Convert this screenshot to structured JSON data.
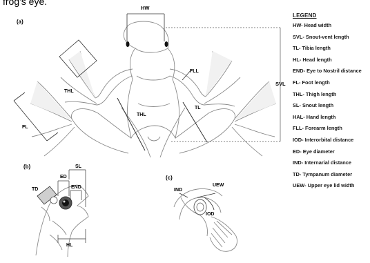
{
  "caption_top": "frog's eye.",
  "panels": {
    "a": "(a)",
    "b": "(b)",
    "c": "(c)"
  },
  "labels": {
    "hw": "HW",
    "svl": "SVL",
    "thl_left": "THL",
    "thl_center": "THL",
    "fll": "FLL",
    "tl": "TL",
    "fl": "FL",
    "sl": "SL",
    "ed": "ED",
    "end": "END",
    "td": "TD",
    "hl": "HL",
    "ind": "IND",
    "uew": "UEW",
    "iod": "IOD"
  },
  "legend": {
    "title": "LEGEND",
    "items": [
      "HW- Head width",
      "SVL- Snout-vent length",
      "TL- Tibia length",
      "HL- Head length",
      "END- Eye to Nostril distance",
      "FL- Foot length",
      "THL- Thigh length",
      "SL- Snout length",
      "HAL- Hand length",
      "FLL- Forearm length",
      "IOD- Interorbital distance",
      " ED- Eye diameter",
      "IND- Internarial distance",
      " TD- Tympanum diameter",
      " UEW- Upper eye lid width"
    ]
  },
  "colors": {
    "line": "#333333",
    "frog_outline": "#8a8a8a",
    "eye": "#111111"
  }
}
